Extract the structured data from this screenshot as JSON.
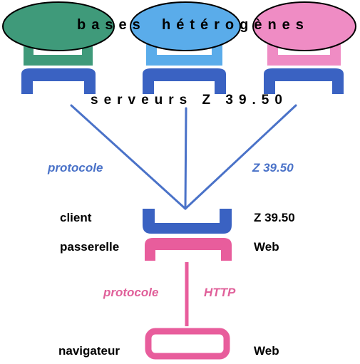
{
  "title": {
    "word1": "bases",
    "word2": "hétérogènes"
  },
  "servers_label": "serveurs Z 39.50",
  "protocol_z3950": {
    "left": "protocole",
    "right": "Z 39.50"
  },
  "gateway": {
    "left_top": "client",
    "right_top": "Z 39.50",
    "left_bottom": "passerelle",
    "right_bottom": "Web"
  },
  "protocol_http": {
    "left": "protocole",
    "right": "HTTP"
  },
  "browser": {
    "left": "navigateur",
    "right": "Web"
  },
  "colors": {
    "green": "#3f9a7a",
    "cyan": "#5aacea",
    "pink_light": "#ef8cc4",
    "blue": "#3a62c2",
    "blue_text": "#4a72c8",
    "magenta": "#e85d9c"
  }
}
